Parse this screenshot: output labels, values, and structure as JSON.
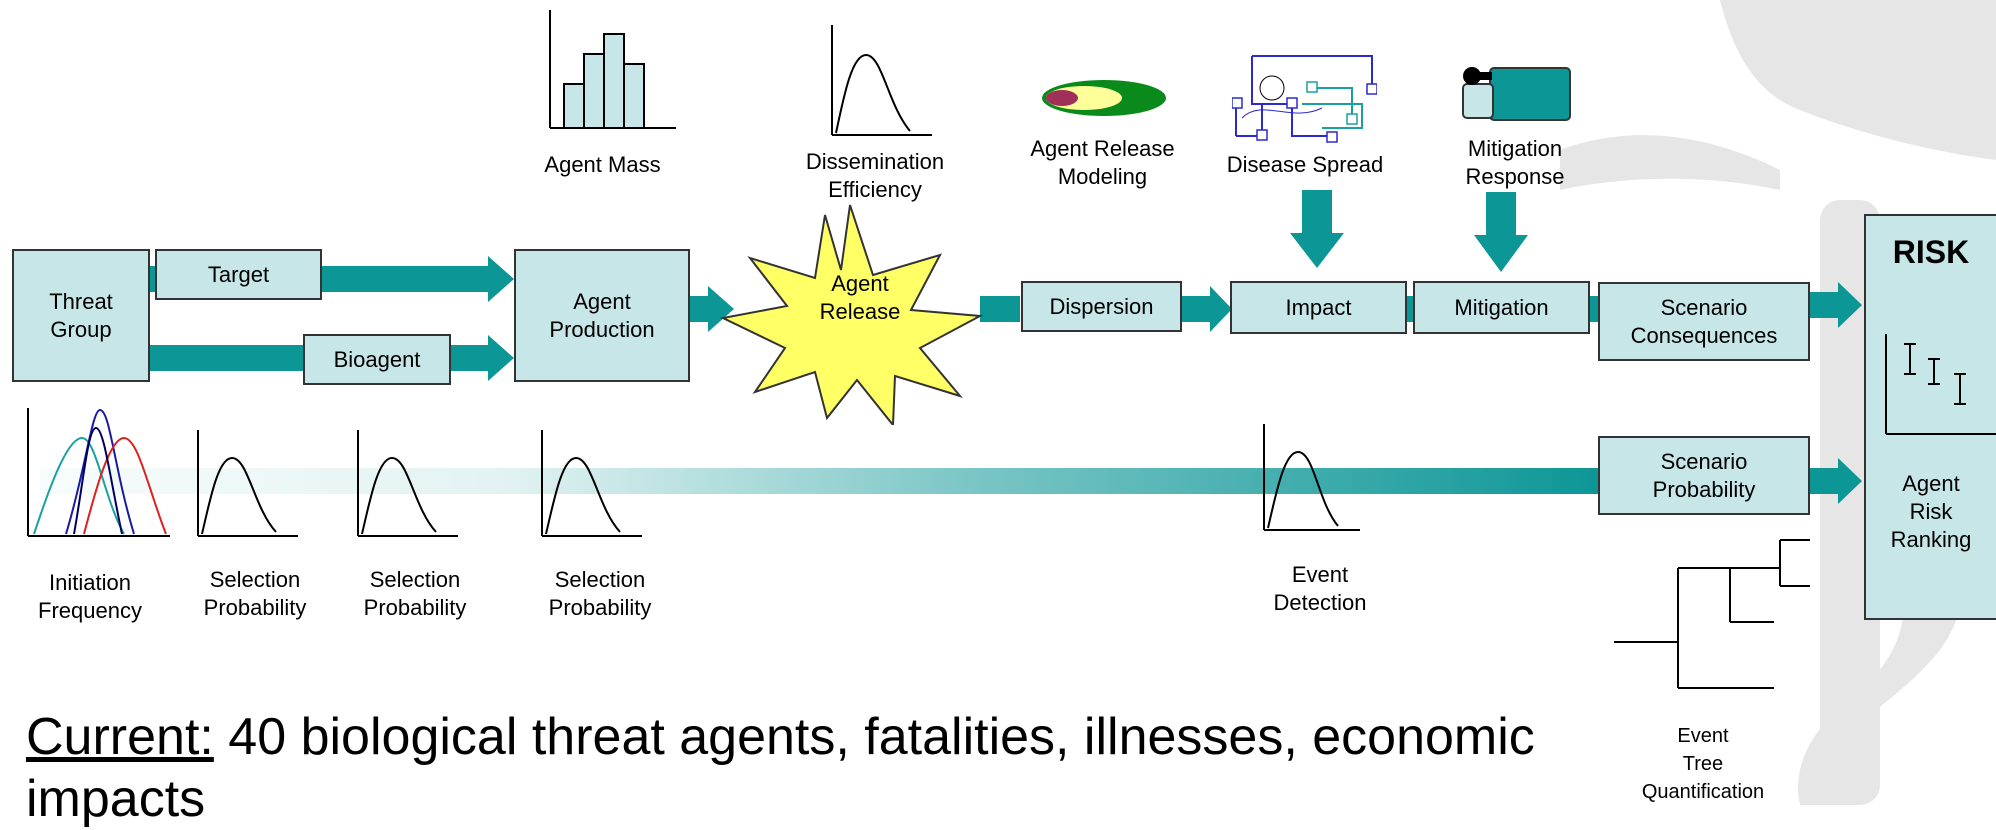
{
  "colors": {
    "teal": "#0d9696",
    "box_fill": "#c6e6e8",
    "star_fill": "#ffff66",
    "watermark": "#e4e4e4"
  },
  "icons": [
    "histogram-icon",
    "distribution-curve-icon",
    "agent-release-plume-icon",
    "disease-spread-network-icon",
    "mitigation-response-icon",
    "error-bars-icon",
    "event-tree-icon",
    "initiation-frequency-curves-icon"
  ],
  "boxes": {
    "threat_group": "Threat\nGroup",
    "target": "Target",
    "bioagent": "Bioagent",
    "agent_production": "Agent\nProduction",
    "agent_release": "Agent\nRelease",
    "dispersion": "Dispersion",
    "impact": "Impact",
    "mitigation": "Mitigation",
    "scenario_consequences": "Scenario\nConsequences",
    "scenario_probability": "Scenario\nProbability",
    "risk_title": "RISK",
    "agent_risk_ranking": "Agent\nRisk\nRanking"
  },
  "labels": {
    "agent_mass": "Agent Mass",
    "dissemination_efficiency": "Dissemination\nEfficiency",
    "agent_release_modeling": "Agent Release\nModeling",
    "disease_spread": "Disease Spread",
    "mitigation_response": "Mitigation\nResponse",
    "initiation_frequency": "Initiation\nFrequency",
    "selection_probability_1": "Selection\nProbability",
    "selection_probability_2": "Selection\nProbability",
    "selection_probability_3": "Selection\nProbability",
    "event_detection": "Event\nDetection",
    "event_tree_quantification": "Event\nTree\nQuantification"
  },
  "footer": {
    "prefix": "Current:",
    "text": " 40 biological threat agents, fatalities, illnesses, economic impacts"
  }
}
